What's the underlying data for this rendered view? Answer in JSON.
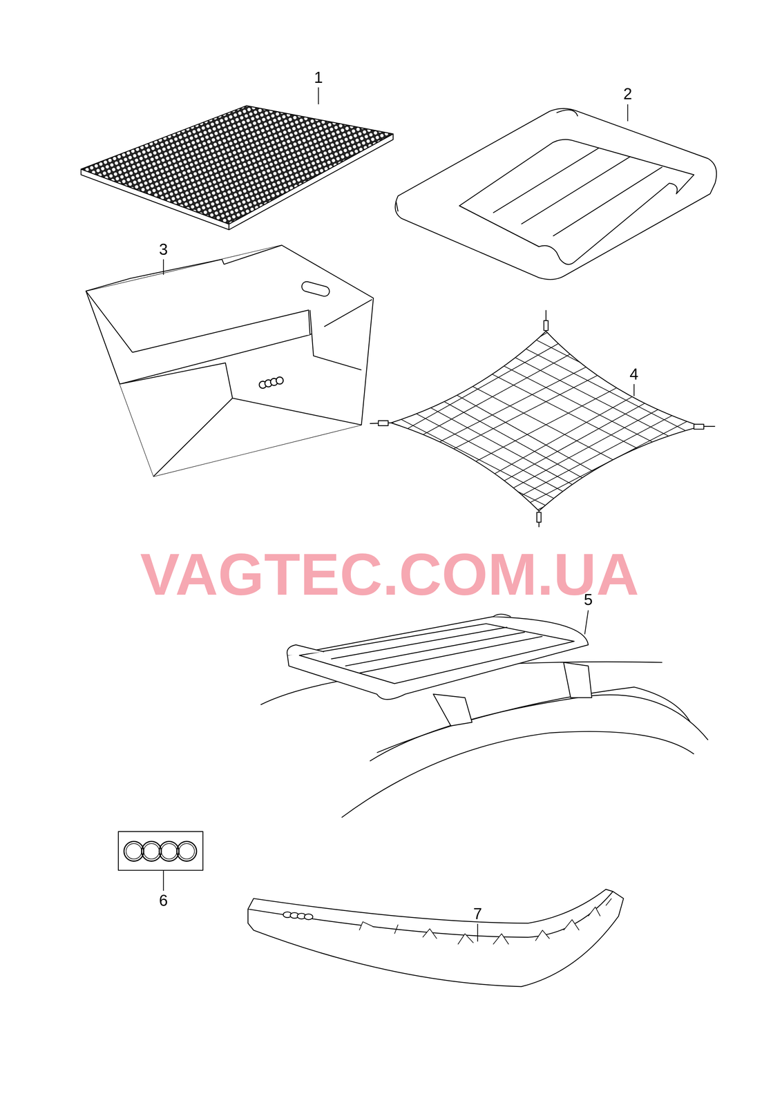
{
  "diagram": {
    "labels": [
      "1",
      "2",
      "3",
      "4",
      "5",
      "6",
      "7",
      "VAGTEC.COM.UA"
    ]
  }
}
